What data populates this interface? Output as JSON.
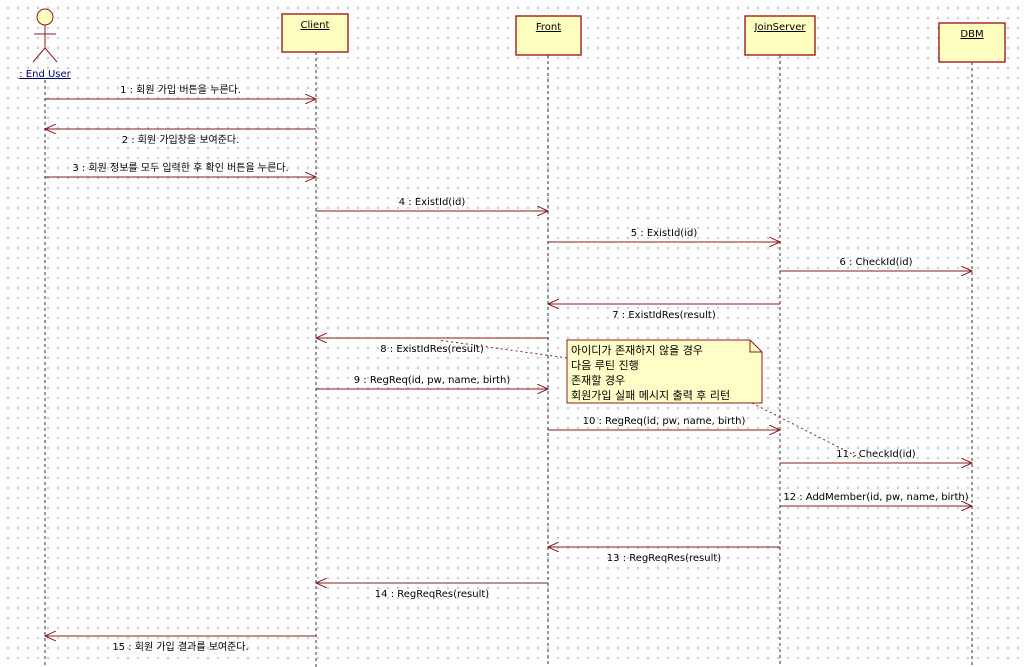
{
  "participants": [
    {
      "name": ": End User",
      "kind": "actor"
    },
    {
      "name": "Client",
      "kind": "object"
    },
    {
      "name": "Front",
      "kind": "object"
    },
    {
      "name": "JoinServer",
      "kind": "object"
    },
    {
      "name": "DBM",
      "kind": "object"
    }
  ],
  "messages": [
    {
      "label": "1 : 회원 가입 버튼을 누른다.",
      "from": 0,
      "to": 1
    },
    {
      "label": "2 : 회원 가입창을 보여준다.",
      "from": 1,
      "to": 0
    },
    {
      "label": "3 : 회원 정보를 모두 입력한 후 확인 버튼을 누른다.",
      "from": 0,
      "to": 1
    },
    {
      "label": "4 : ExistId(id)",
      "from": 1,
      "to": 2
    },
    {
      "label": "5 : ExistId(id)",
      "from": 2,
      "to": 3
    },
    {
      "label": "6 : CheckId(id)",
      "from": 3,
      "to": 4
    },
    {
      "label": "7 : ExistIdRes(result)",
      "from": 3,
      "to": 2
    },
    {
      "label": "8 : ExistIdRes(result)",
      "from": 2,
      "to": 1
    },
    {
      "label": "9 : RegReq(id, pw, name, birth)",
      "from": 1,
      "to": 2
    },
    {
      "label": "10 : RegReq(id, pw, name, birth)",
      "from": 2,
      "to": 3
    },
    {
      "label": "11 : CheckId(id)",
      "from": 3,
      "to": 4
    },
    {
      "label": "12 : AddMember(id, pw, name, birth)",
      "from": 3,
      "to": 4
    },
    {
      "label": "13 : RegReqRes(result)",
      "from": 3,
      "to": 2
    },
    {
      "label": "14 : RegReqRes(result)",
      "from": 2,
      "to": 1
    },
    {
      "label": "15 : 회원 가입 결과를 보여준다.",
      "from": 1,
      "to": 0
    }
  ],
  "note": {
    "lines": [
      "아이디가 존재하지 않을 경우",
      "다음 루틴 진행",
      "존재할 경우",
      "회원가입 실패 메시지 출력 후 리턴"
    ]
  },
  "colors": {
    "line": "#8b1c1c",
    "box_fill": "#ffffc0",
    "box_border": "#a52a2a",
    "note_fill": "#ffffc8"
  }
}
